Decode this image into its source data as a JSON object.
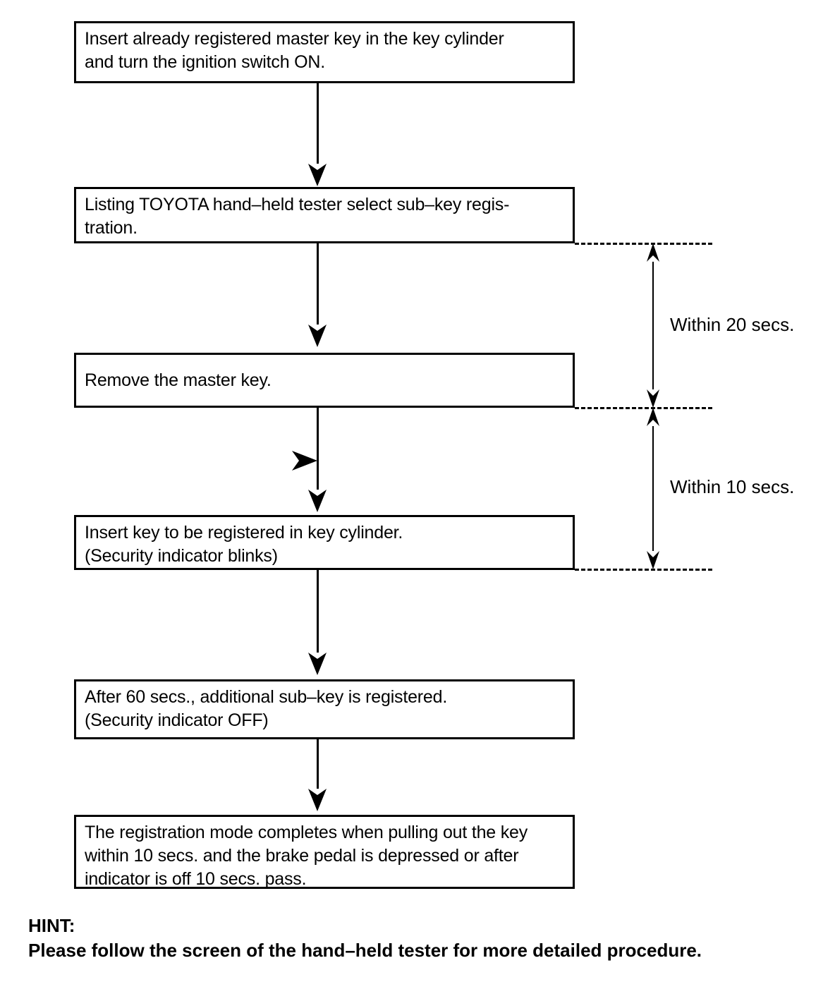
{
  "diagram": {
    "title": "Sub-key registration procedure flowchart",
    "colors": {
      "ink": "#000000",
      "paper": "#ffffff"
    },
    "steps": [
      {
        "id": "step-1",
        "lines": [
          "Insert already registered master key in the key cylinder",
          "and turn the ignition switch ON."
        ]
      },
      {
        "id": "step-2",
        "lines": [
          "Listing TOYOTA hand–held tester select sub–key regis-",
          "tration."
        ]
      },
      {
        "id": "step-3",
        "lines": [
          "Remove the master key."
        ]
      },
      {
        "id": "step-4",
        "lines": [
          "Insert key to be registered in key cylinder.",
          "(Security indicator blinks)"
        ]
      },
      {
        "id": "step-5",
        "lines": [
          "After 60 secs., additional sub–key is registered.",
          "(Security indicator OFF)"
        ]
      },
      {
        "id": "step-6",
        "lines": [
          "The registration mode completes when pulling out the key",
          "within 10 secs. and the brake pedal is depressed or after",
          "indicator is off 10 secs. pass."
        ]
      }
    ],
    "timing_annotations": [
      {
        "id": "timing-1",
        "label": "Within 20 secs."
      },
      {
        "id": "timing-2",
        "label": "Within 10 secs."
      }
    ],
    "hint": {
      "heading": "HINT:",
      "text": "Please follow the screen of the hand–held tester for more detailed procedure."
    },
    "icons": {
      "arrow_down": "arrow-down-icon",
      "arrow_right": "arrow-right-marker-icon",
      "dimension_arrow": "double-headed-arrow-icon"
    }
  }
}
